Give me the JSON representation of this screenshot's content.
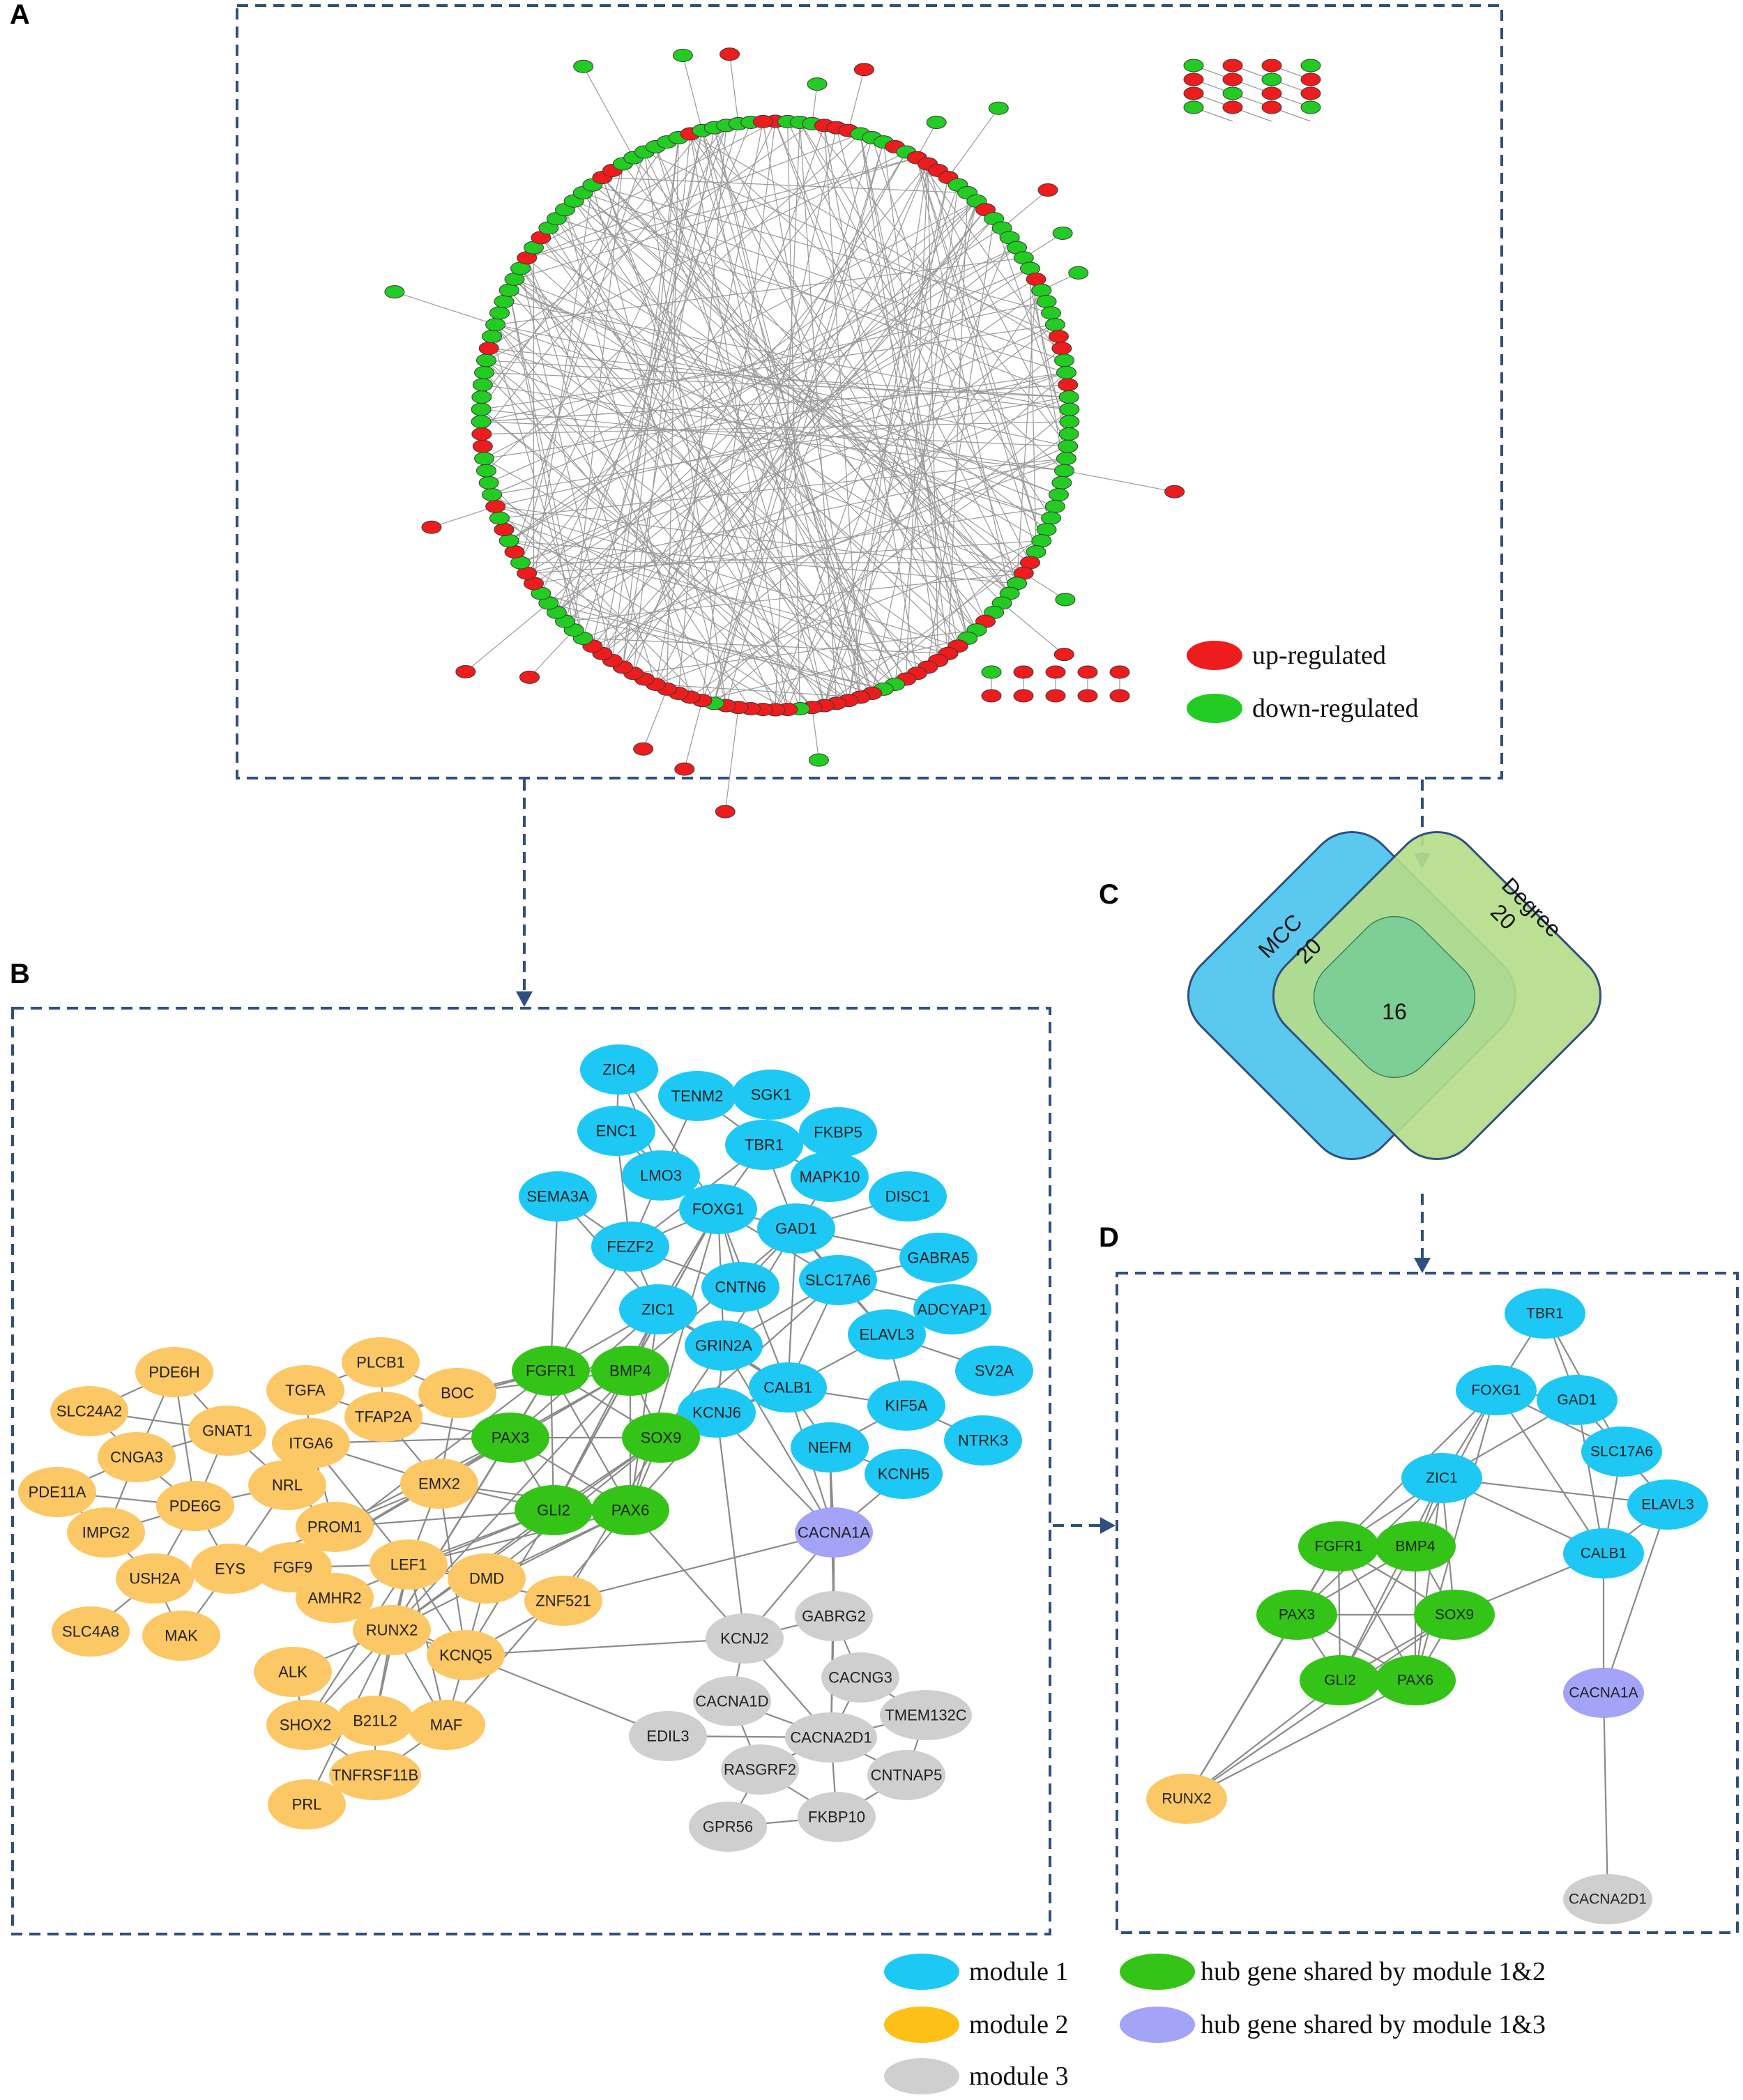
{
  "panels": {
    "a": "A",
    "b": "B",
    "c": "C",
    "d": "D"
  },
  "panel_a_legend": {
    "up": "up-regulated",
    "down": "down-regulated"
  },
  "colors": {
    "up_regulated": "#ee1c1c",
    "down_regulated": "#22cc22",
    "module1": "#1ec8f5",
    "module2": "#fcc765",
    "module3": "#cfcfcf",
    "hub_1_2": "#33c417",
    "hub_1_3": "#a3a3f8",
    "frame": "#2f4f80",
    "venn_left": "#5bc8f0",
    "venn_right": "#b5dc8a",
    "venn_overlap": "#7ecf96"
  },
  "venn": {
    "left_label": "MCC",
    "left_count": "20",
    "right_label": "Degree",
    "right_count": "20",
    "overlap_count": "16"
  },
  "legend": {
    "module1": "module 1",
    "module2": "module 2",
    "module3": "module 3",
    "hub12": "hub gene shared by module 1&2",
    "hub13": "hub gene shared by module 1&3"
  },
  "network_b_nodes": [
    {
      "id": "ZIC4",
      "m": 1
    },
    {
      "id": "TENM2",
      "m": 1
    },
    {
      "id": "SGK1",
      "m": 1
    },
    {
      "id": "ENC1",
      "m": 1
    },
    {
      "id": "TBR1",
      "m": 1
    },
    {
      "id": "FKBP5",
      "m": 1
    },
    {
      "id": "LMO3",
      "m": 1
    },
    {
      "id": "MAPK10",
      "m": 1
    },
    {
      "id": "SEMA3A",
      "m": 1
    },
    {
      "id": "FOXG1",
      "m": 1
    },
    {
      "id": "DISC1",
      "m": 1
    },
    {
      "id": "GAD1",
      "m": 1
    },
    {
      "id": "FEZF2",
      "m": 1
    },
    {
      "id": "GABRA5",
      "m": 1
    },
    {
      "id": "CNTN6",
      "m": 1
    },
    {
      "id": "SLC17A6",
      "m": 1
    },
    {
      "id": "ZIC1",
      "m": 1
    },
    {
      "id": "ADCYAP1",
      "m": 1
    },
    {
      "id": "GRIN2A",
      "m": 1
    },
    {
      "id": "ELAVL3",
      "m": 1
    },
    {
      "id": "SV2A",
      "m": 1
    },
    {
      "id": "CALB1",
      "m": 1
    },
    {
      "id": "KIF5A",
      "m": 1
    },
    {
      "id": "KCNJ6",
      "m": 1
    },
    {
      "id": "NTRK3",
      "m": 1
    },
    {
      "id": "NEFM",
      "m": 1
    },
    {
      "id": "KCNH5",
      "m": 1
    },
    {
      "id": "FGFR1",
      "m": "h12"
    },
    {
      "id": "BMP4",
      "m": "h12"
    },
    {
      "id": "PAX3",
      "m": "h12"
    },
    {
      "id": "SOX9",
      "m": "h12"
    },
    {
      "id": "GLI2",
      "m": "h12"
    },
    {
      "id": "PAX6",
      "m": "h12"
    },
    {
      "id": "CACNA1A",
      "m": "h13"
    },
    {
      "id": "PLCB1",
      "m": 2
    },
    {
      "id": "PDE6H",
      "m": 2
    },
    {
      "id": "TGFA",
      "m": 2
    },
    {
      "id": "BOC",
      "m": 2
    },
    {
      "id": "SLC24A2",
      "m": 2
    },
    {
      "id": "GNAT1",
      "m": 2
    },
    {
      "id": "TFAP2A",
      "m": 2
    },
    {
      "id": "CNGA3",
      "m": 2
    },
    {
      "id": "ITGA6",
      "m": 2
    },
    {
      "id": "NRL",
      "m": 2
    },
    {
      "id": "EMX2",
      "m": 2
    },
    {
      "id": "PDE11A",
      "m": 2
    },
    {
      "id": "PDE6G",
      "m": 2
    },
    {
      "id": "IMPG2",
      "m": 2
    },
    {
      "id": "PROM1",
      "m": 2
    },
    {
      "id": "USH2A",
      "m": 2
    },
    {
      "id": "EYS",
      "m": 2
    },
    {
      "id": "FGF9",
      "m": 2
    },
    {
      "id": "LEF1",
      "m": 2
    },
    {
      "id": "DMD",
      "m": 2
    },
    {
      "id": "AMHR2",
      "m": 2
    },
    {
      "id": "ZNF521",
      "m": 2
    },
    {
      "id": "SLC4A8",
      "m": 2
    },
    {
      "id": "MAK",
      "m": 2
    },
    {
      "id": "RUNX2",
      "m": 2
    },
    {
      "id": "KCNQ5",
      "m": 2
    },
    {
      "id": "ALK",
      "m": 2
    },
    {
      "id": "SHOX2",
      "m": 2
    },
    {
      "id": "B21L2",
      "m": 2
    },
    {
      "id": "MAF",
      "m": 2
    },
    {
      "id": "TNFRSF11B",
      "m": 2
    },
    {
      "id": "PRL",
      "m": 2
    },
    {
      "id": "KCNJ2",
      "m": 3
    },
    {
      "id": "GABRG2",
      "m": 3
    },
    {
      "id": "CACNG3",
      "m": 3
    },
    {
      "id": "CACNA1D",
      "m": 3
    },
    {
      "id": "TMEM132C",
      "m": 3
    },
    {
      "id": "EDIL3",
      "m": 3
    },
    {
      "id": "CACNA2D1",
      "m": 3
    },
    {
      "id": "RASGRF2",
      "m": 3
    },
    {
      "id": "CNTNAP5",
      "m": 3
    },
    {
      "id": "GPR56",
      "m": 3
    },
    {
      "id": "FKBP10",
      "m": 3
    }
  ],
  "network_d_nodes": [
    {
      "id": "TBR1",
      "m": 1
    },
    {
      "id": "FOXG1",
      "m": 1
    },
    {
      "id": "GAD1",
      "m": 1
    },
    {
      "id": "SLC17A6",
      "m": 1
    },
    {
      "id": "ZIC1",
      "m": 1
    },
    {
      "id": "ELAVL3",
      "m": 1
    },
    {
      "id": "CALB1",
      "m": 1
    },
    {
      "id": "FGFR1",
      "m": "h12"
    },
    {
      "id": "BMP4",
      "m": "h12"
    },
    {
      "id": "PAX3",
      "m": "h12"
    },
    {
      "id": "SOX9",
      "m": "h12"
    },
    {
      "id": "GLI2",
      "m": "h12"
    },
    {
      "id": "PAX6",
      "m": "h12"
    },
    {
      "id": "CACNA1A",
      "m": "h13"
    },
    {
      "id": "RUNX2",
      "m": 2
    },
    {
      "id": "CACNA2D1",
      "m": 3
    }
  ]
}
